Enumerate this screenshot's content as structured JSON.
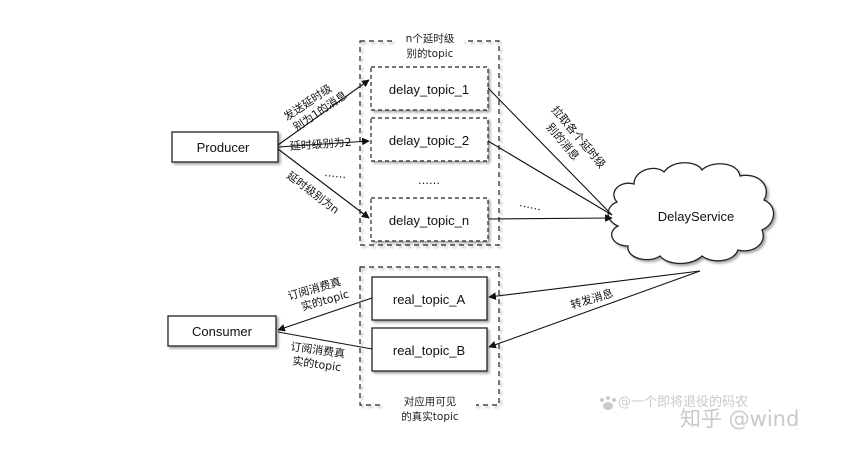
{
  "diagram": {
    "producer": {
      "label": "Producer"
    },
    "consumer": {
      "label": "Consumer"
    },
    "delay_group": {
      "caption_line1": "n个延时级",
      "caption_line2": "别的topic",
      "topics": [
        "delay_topic_1",
        "delay_topic_2",
        "delay_topic_n"
      ],
      "ellipsis": "……"
    },
    "real_group": {
      "caption_line1": "对应用可见",
      "caption_line2": "的真实topic",
      "topics": [
        "real_topic_A",
        "real_topic_B"
      ]
    },
    "delay_service": {
      "label": "DelayService"
    },
    "edges": {
      "send_level1_line1": "发送延时级",
      "send_level1_line2": "别为1的消息",
      "send_level2": "延时级别为2",
      "send_leveln": "延时级别为n",
      "producer_ellipsis": "……",
      "pull_line1": "拉取各个延时级",
      "pull_line2": "别的消息",
      "pull_ellipsis": "……",
      "forward": "转发消息",
      "subscribe_a_line1": "订阅消费真",
      "subscribe_a_line2": "实的topic",
      "subscribe_b_line1": "订阅消费真",
      "subscribe_b_line2": "实的topic"
    }
  },
  "watermark": {
    "line1": "@一个即将退役的码农",
    "line2": "知乎 @wind"
  }
}
